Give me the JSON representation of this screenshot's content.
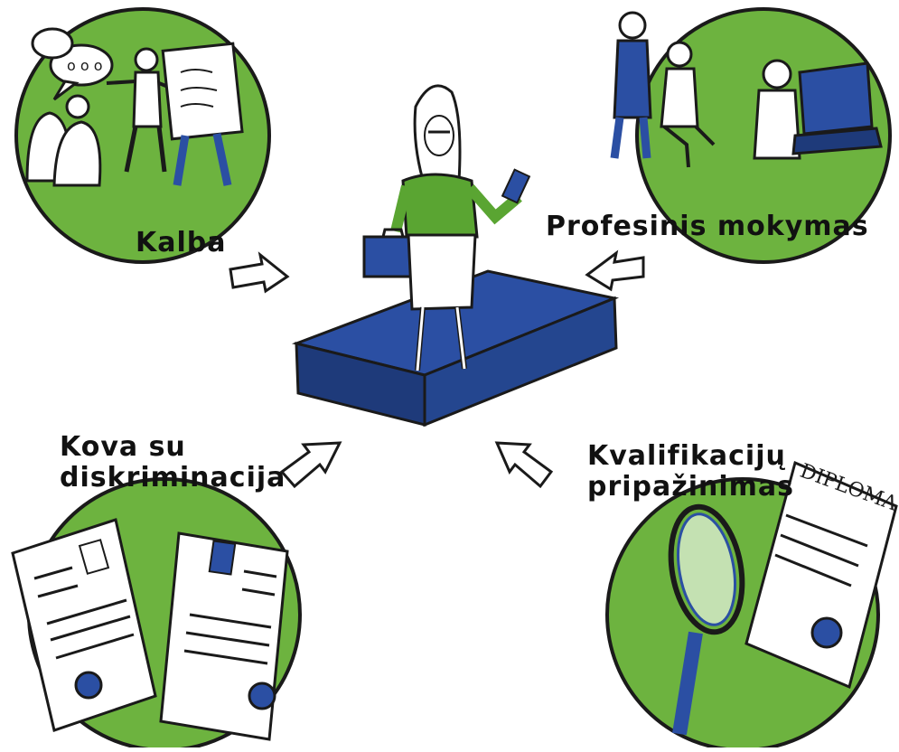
{
  "labels": {
    "language": "Kalba",
    "vocational_training": "Profesinis mokymas",
    "anti_discrimination_line1": "Kova su",
    "anti_discrimination_line2": "diskriminacija",
    "qualifications_line1": "Kvalifikacijų",
    "qualifications_line2": "pripažinimas"
  },
  "diploma_text": "DIPLOMA",
  "colors": {
    "circle_green": "#6db33f",
    "platform_blue": "#2b4fa3",
    "platform_dark": "#1e3a7a",
    "jacket_green": "#5aa532",
    "outline": "#1a1a1a"
  }
}
